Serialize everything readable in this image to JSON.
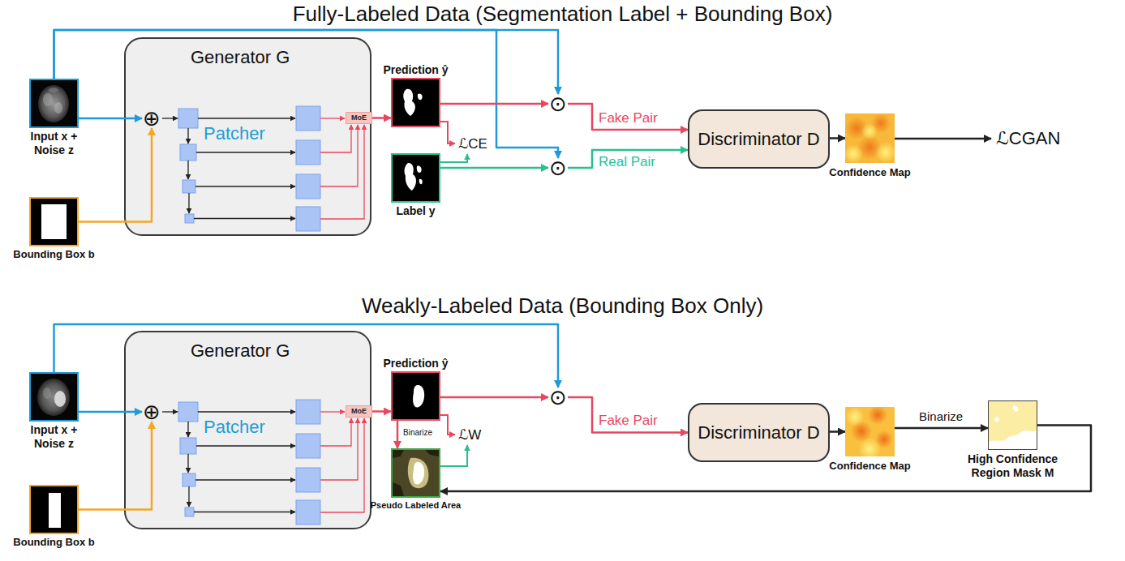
{
  "diagram": {
    "nodes": [
      {
        "text": [
          "Input x + Noise z"
        ]
      },
      {
        "text": [
          "Bounding Box b"
        ]
      },
      {
        "text": [
          "Generator G",
          "Patcher"
        ]
      },
      {
        "text": [
          "⊕"
        ],
        "in": 2
      },
      {
        "text": [
          "MoE"
        ],
        "in": 2
      },
      {
        "text": [
          "Prediction ŷ"
        ]
      },
      {
        "text": [
          "Label y"
        ]
      },
      {
        "text": [
          "⊙"
        ]
      },
      {
        "text": [
          "⊙"
        ]
      },
      {
        "text": [
          "Discriminator D"
        ]
      },
      {
        "text": [
          "Confidence Map"
        ]
      },
      {
        "text": [
          "Input x + Noise z"
        ]
      },
      {
        "text": [
          "Bounding Box b"
        ]
      },
      {
        "text": [
          "Generator G",
          "Patcher"
        ]
      },
      {
        "text": [
          "⊕"
        ],
        "in": 13
      },
      {
        "text": [
          "MoE"
        ],
        "in": 13
      },
      {
        "text": [
          "Prediction ŷ"
        ]
      },
      {
        "text": [
          "Pseudo Labeled Area"
        ]
      },
      {
        "text": [
          "⊙"
        ]
      },
      {
        "text": [
          "Discriminator D"
        ]
      },
      {
        "text": [
          "Confidence Map"
        ]
      },
      {
        "text": [
          "High Confidence Region Mask M"
        ]
      }
    ],
    "edges": [
      {
        "from": 0,
        "to": 3,
        "arrow": "to"
      },
      {
        "from": 1,
        "to": 3,
        "arrow": "to"
      },
      {
        "from": 0,
        "to": 7,
        "arrow": "to"
      },
      {
        "from": 0,
        "to": 8,
        "arrow": "to"
      },
      {
        "from": 4,
        "to": 5,
        "arrow": "to"
      },
      {
        "from": 5,
        "to": 7,
        "arrow": "to"
      },
      {
        "from": 7,
        "to": 9,
        "label": "Fake Pair",
        "arrow": "to"
      },
      {
        "from": 6,
        "to": 8,
        "arrow": "to"
      },
      {
        "from": 8,
        "to": 9,
        "label": "Real Pair",
        "arrow": "to"
      },
      {
        "from": 9,
        "to": 10,
        "arrow": "to"
      },
      {
        "from": 11,
        "to": 14,
        "arrow": "to"
      },
      {
        "from": 12,
        "to": 14,
        "arrow": "to"
      },
      {
        "from": 11,
        "to": 18,
        "arrow": "to"
      },
      {
        "from": 15,
        "to": 16,
        "arrow": "to"
      },
      {
        "from": 16,
        "to": 18,
        "arrow": "to"
      },
      {
        "from": 18,
        "to": 19,
        "label": "Fake Pair",
        "arrow": "to"
      },
      {
        "from": 19,
        "to": 20,
        "arrow": "to"
      },
      {
        "from": 20,
        "to": 21,
        "label": "Binarize",
        "arrow": "to"
      },
      {
        "from": 21,
        "to": 17,
        "arrow": "to"
      },
      {
        "from": 16,
        "to": 17,
        "label": "Binarize",
        "arrow": "to"
      }
    ],
    "labels": [
      "Fully-Labeled Data (Segmentation Label + Bounding Box)",
      "ℒCE",
      "ℒCGAN",
      "Weakly-Labeled Data (Bounding Box Only)",
      "ℒW"
    ]
  }
}
